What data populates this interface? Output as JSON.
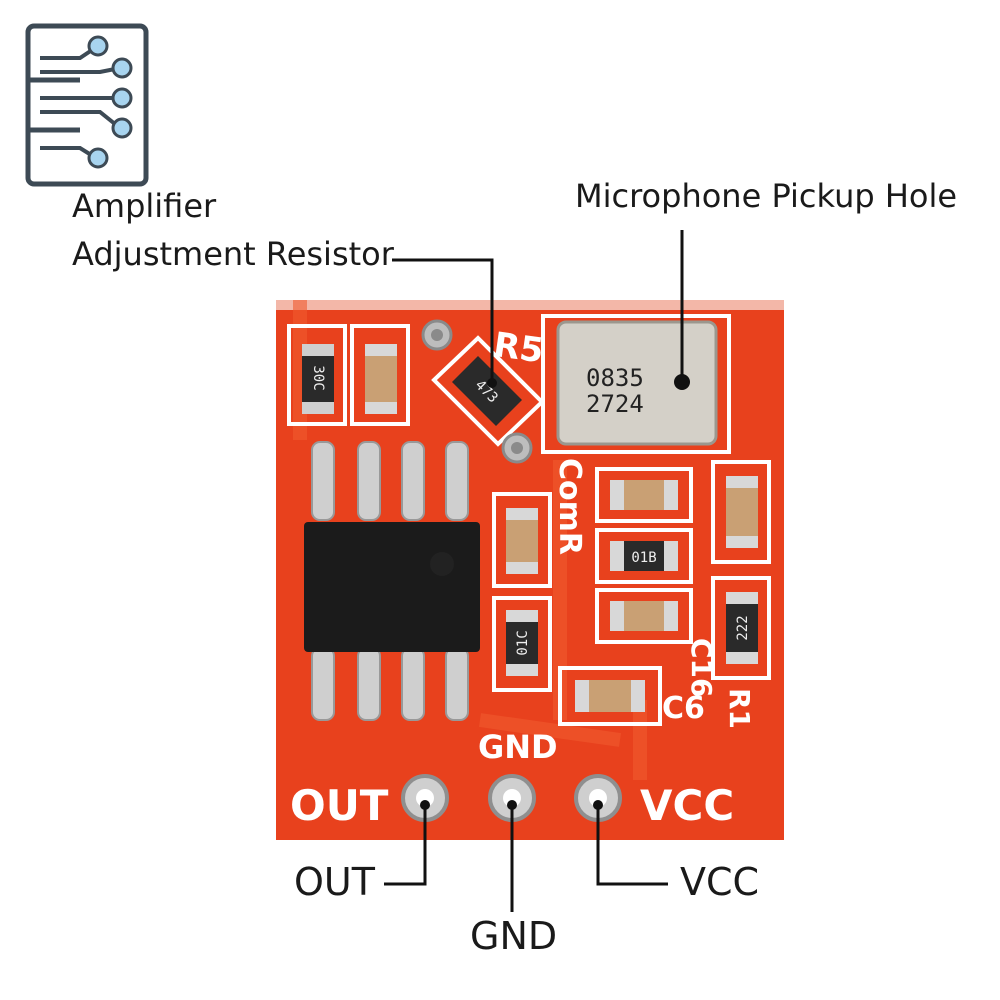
{
  "callouts": {
    "resistor_line1": "Amplifier",
    "resistor_line2": "Adjustment Resistor",
    "mic_hole": "Microphone Pickup Hole",
    "out": "OUT",
    "gnd": "GND",
    "vcc": "VCC"
  },
  "silkscreen": {
    "r5": "R5",
    "comr": "ComR",
    "c16": "C16",
    "c6": "C6",
    "r1": "R1",
    "gnd": "GND",
    "out": "OUT",
    "vcc": "VCC"
  },
  "component_markings": {
    "mic_line1": "0835",
    "mic_line2": "2724",
    "cap_30c": "30C",
    "r5_code": "473",
    "cap_01b": "01B",
    "cap_01c": "01C",
    "r1_code": "222"
  },
  "icons": {
    "logo": "circuit-board-icon"
  },
  "colors": {
    "pcb": "#e8411d",
    "silkscreen": "#ffffff",
    "chip": "#1b1b1b",
    "pad": "#c9c9c9"
  }
}
